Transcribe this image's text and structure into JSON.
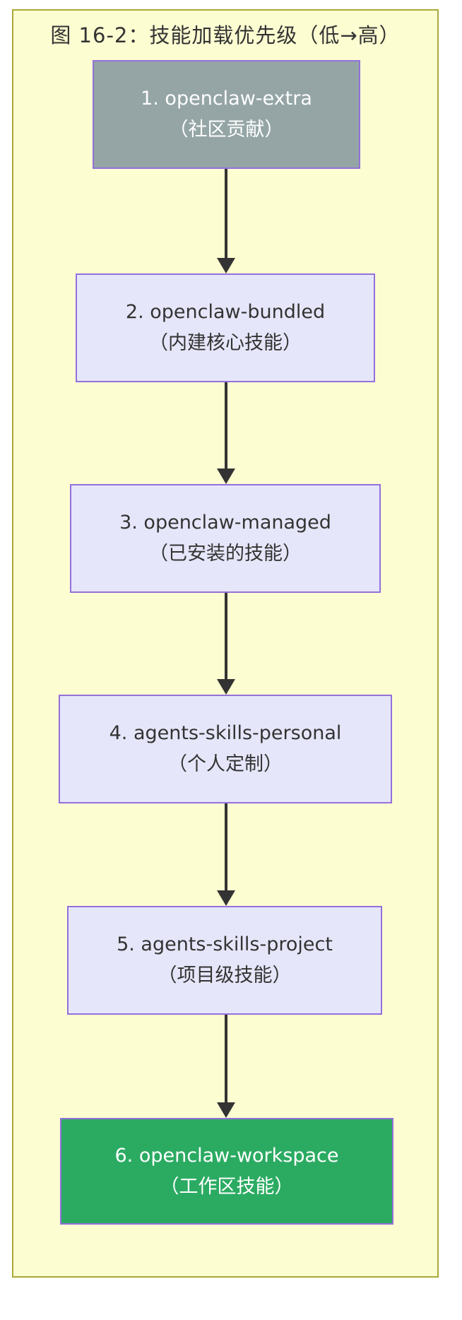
{
  "figure": {
    "title": "图 16-2：技能加载优先级（低→高）",
    "nodes": [
      {
        "line1": "1. openclaw-extra",
        "line2": "（社区贡献）",
        "style": "gray"
      },
      {
        "line1": "2. openclaw-bundled",
        "line2": "（内建核心技能）",
        "style": "lavender"
      },
      {
        "line1": "3. openclaw-managed",
        "line2": "（已安装的技能）",
        "style": "lavender"
      },
      {
        "line1": "4. agents-skills-personal",
        "line2": "（个人定制）",
        "style": "lavender"
      },
      {
        "line1": "5. agents-skills-project",
        "line2": "（项目级技能）",
        "style": "lavender"
      },
      {
        "line1": "6. openclaw-workspace",
        "line2": "（工作区技能）",
        "style": "green"
      }
    ],
    "colors": {
      "panel_background": "#FDFDD2",
      "panel_border": "#A9A937",
      "node_background": "#E6E6FA",
      "node_border": "#9370DB",
      "gray_node_background": "#95A5A6",
      "green_node_background": "#2BAB62",
      "dark_text": "#333333",
      "light_text": "#FFFFFF",
      "arrow": "#333333"
    }
  }
}
